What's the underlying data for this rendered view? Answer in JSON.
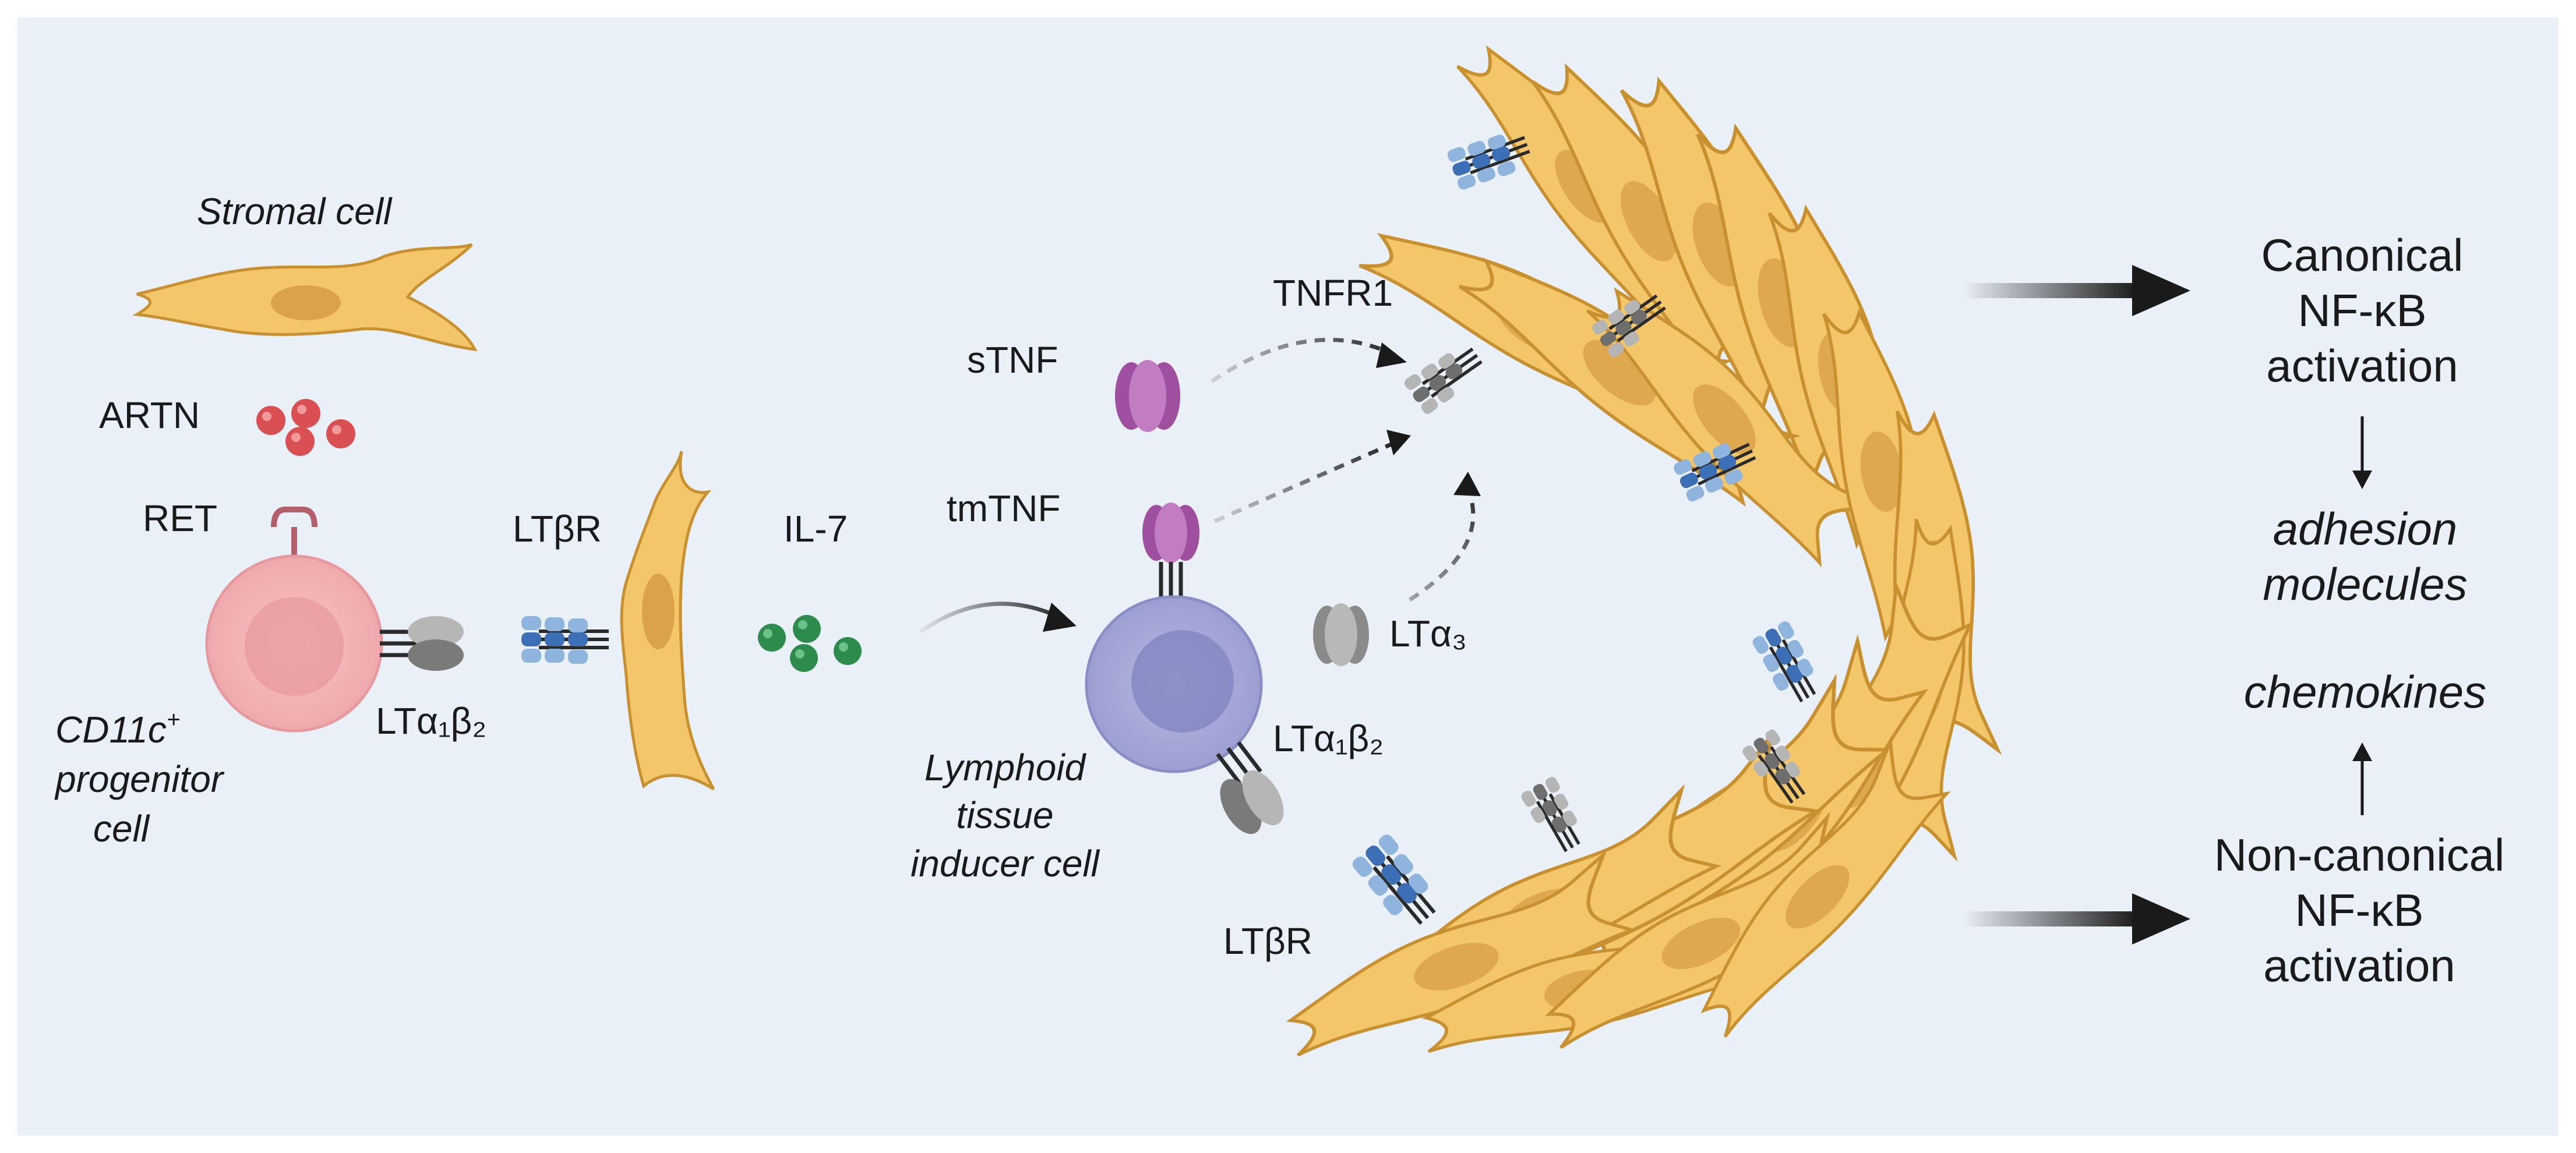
{
  "labels": {
    "stromal_cell": "Stromal cell",
    "artn": "ARTN",
    "ret": "RET",
    "cd11c_line1": "CD11c",
    "cd11c_sup": "+",
    "cd11c_line2": "progenitor",
    "cd11c_line3": "cell",
    "lta1b2_left": "LTα₁β₂",
    "ltbr_top": "LTβR",
    "il7": "IL-7",
    "stnf": "sTNF",
    "tmtnf": "tmTNF",
    "lta3": "LTα₃",
    "lta1b2_mid": "LTα₁β₂",
    "lti_line1": "Lymphoid",
    "lti_line2": "tissue",
    "lti_line3": "inducer cell",
    "tnfr1": "TNFR1",
    "ltbr_bottom": "LTβR",
    "canonical_line1": "Canonical",
    "canonical_line2": "NF-κB",
    "canonical_line3": "activation",
    "adhesion_line1": "adhesion",
    "adhesion_line2": "molecules",
    "chemokines": "chemokines",
    "noncanonical_line1": "Non-canonical",
    "noncanonical_line2": "NF-κB",
    "noncanonical_line3": "activation"
  },
  "colors": {
    "background": "#eaf0f7",
    "stromal_fill": "#f4c66a",
    "stromal_stroke": "#c8902f",
    "nucleus": "#dba24a",
    "artn": "#d94f52",
    "il7": "#2e8b4e",
    "progenitor": "#f3b6b8",
    "lti_cell": "#a9abd8",
    "tnf": "#b868b8",
    "lt_gray": "#9a9a9a",
    "ltbr_dark": "#3d6fb6",
    "ltbr_light": "#8fb4dd"
  }
}
